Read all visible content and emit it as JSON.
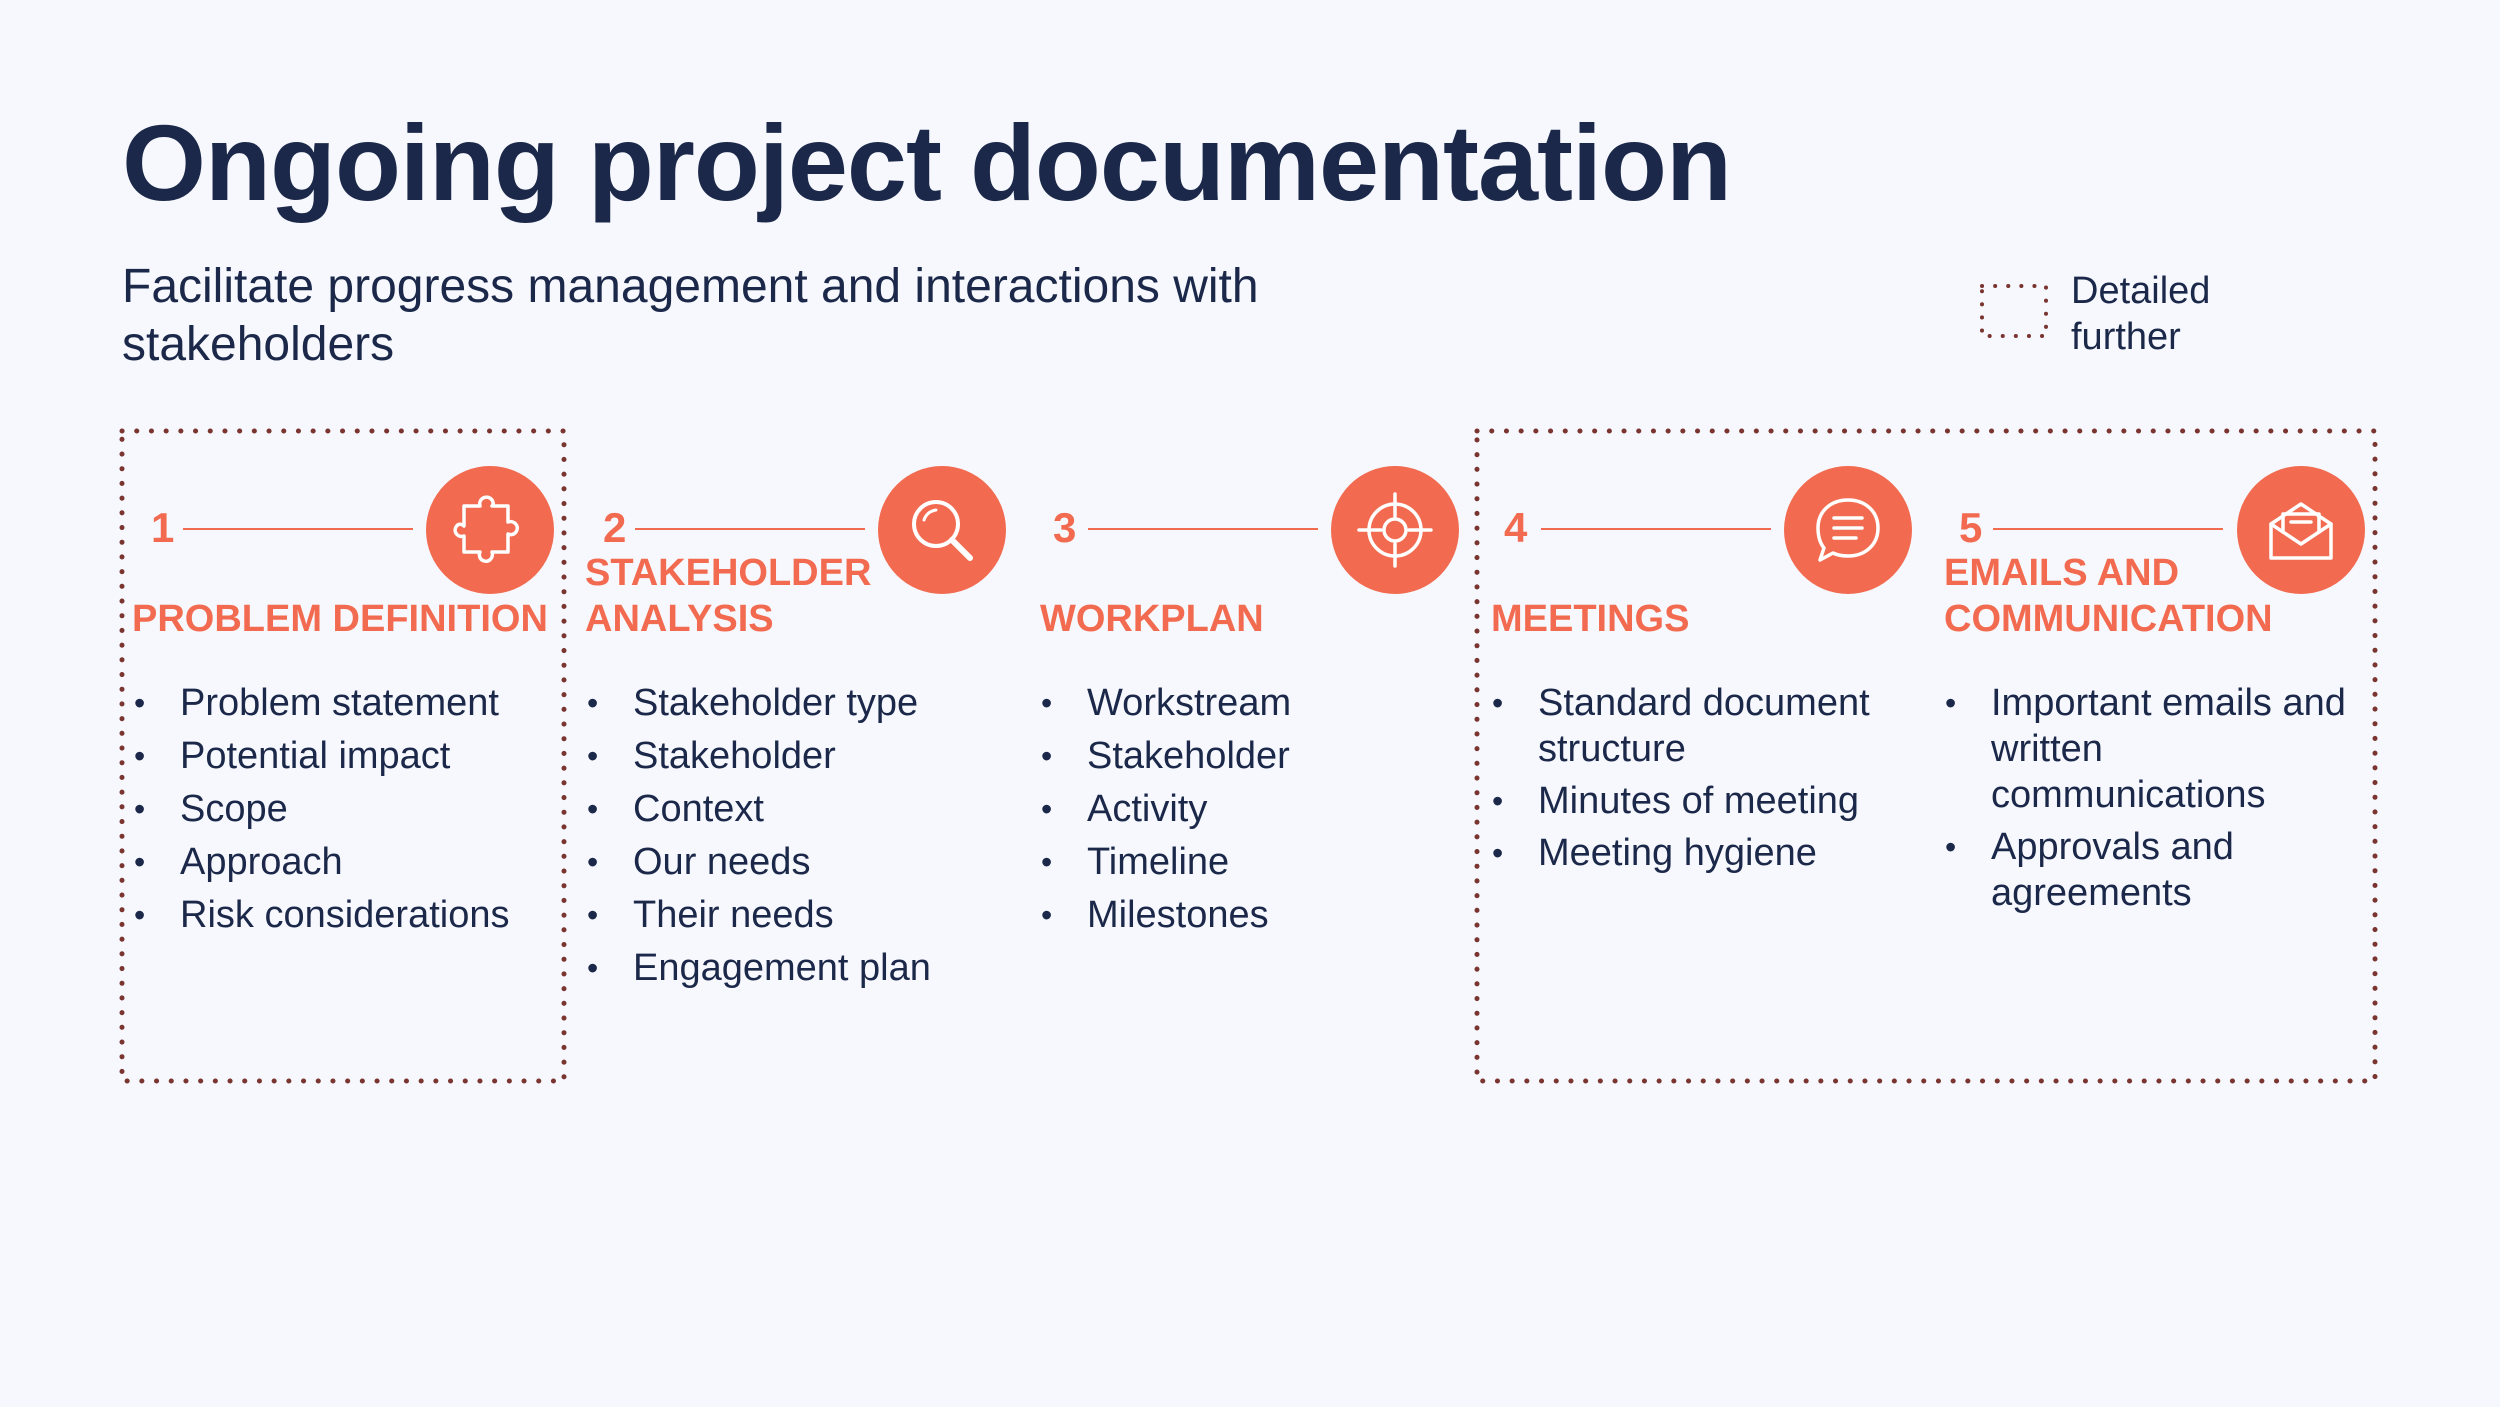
{
  "slide": {
    "title": "Ongoing project documentation",
    "subtitle": "Facilitate progress management and interactions with stakeholders"
  },
  "legend": {
    "label": "Detailed further"
  },
  "colors": {
    "background": "#f6f8fd",
    "text": "#1b2849",
    "accent": "#f26b50",
    "frame": "#7a3530"
  },
  "steps": [
    {
      "number": "1",
      "title": "PROBLEM DEFINITION",
      "icon": "puzzle-piece-icon",
      "detailed": true,
      "items": [
        "Problem statement",
        "Potential impact",
        "Scope",
        "Approach",
        "Risk considerations"
      ]
    },
    {
      "number": "2",
      "title": "STAKEHOLDER\nANALYSIS",
      "icon": "magnifier-icon",
      "detailed": false,
      "items": [
        "Stakeholder type",
        "Stakeholder",
        "Context",
        "Our needs",
        "Their needs",
        "Engagement plan"
      ]
    },
    {
      "number": "3",
      "title": "WORKPLAN",
      "icon": "target-icon",
      "detailed": false,
      "items": [
        "Workstream",
        "Stakeholder",
        "Activity",
        "Timeline",
        "Milestones"
      ]
    },
    {
      "number": "4",
      "title": "MEETINGS",
      "icon": "chat-bubble-icon",
      "detailed": true,
      "items": [
        "Standard document structure",
        "Minutes of meeting",
        "Meeting hygiene"
      ]
    },
    {
      "number": "5",
      "title": "EMAILS AND\nCOMMUNICATION",
      "icon": "envelope-icon",
      "detailed": true,
      "items": [
        "Important emails and written communications",
        "Approvals and agreements"
      ]
    }
  ]
}
